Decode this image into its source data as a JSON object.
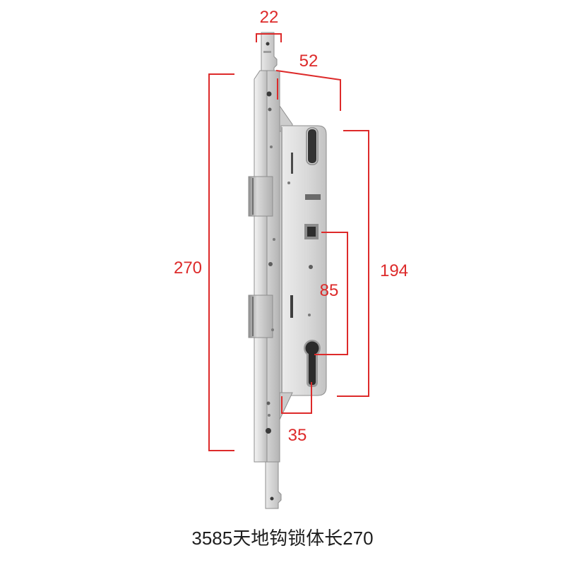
{
  "dimensions": {
    "faceplate_width": "22",
    "case_depth": "52",
    "total_length": "270",
    "case_height": "194",
    "center_distance": "85",
    "backset": "35"
  },
  "caption": "3585天地钩锁体长270",
  "colors": {
    "background": "#ffffff",
    "dimension_line": "#dd2a2a",
    "caption_text": "#1e1e1e"
  }
}
